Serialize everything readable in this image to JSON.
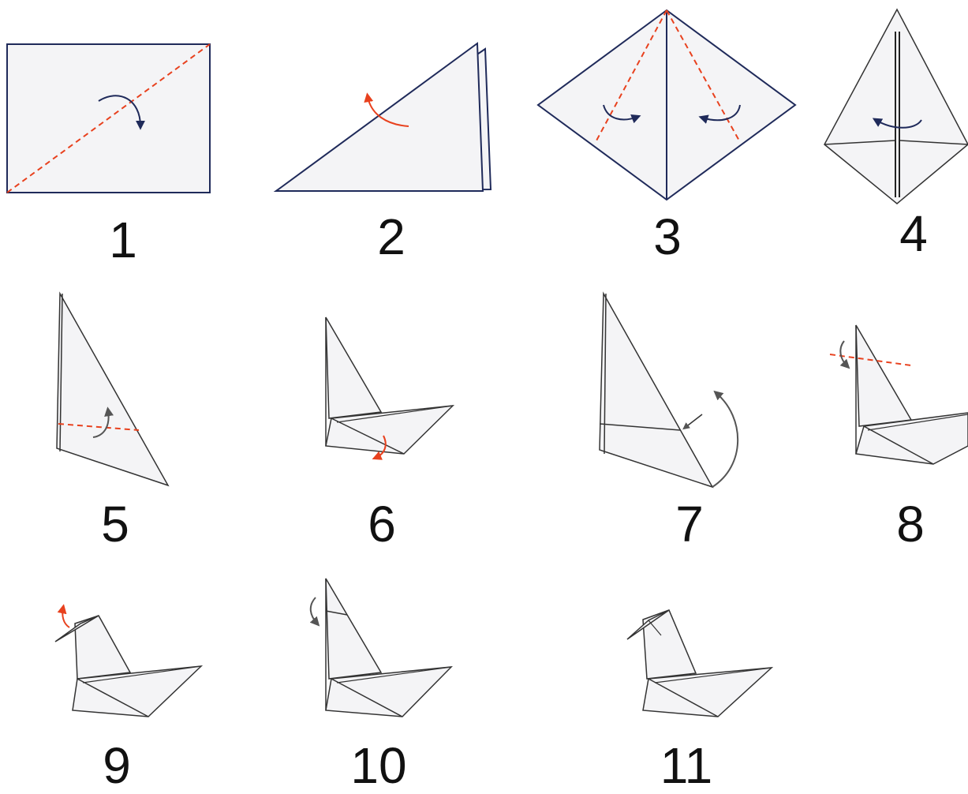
{
  "steps": [
    {
      "number": "1"
    },
    {
      "number": "2"
    },
    {
      "number": "3"
    },
    {
      "number": "4"
    },
    {
      "number": "5"
    },
    {
      "number": "6"
    },
    {
      "number": "7"
    },
    {
      "number": "8"
    },
    {
      "number": "9"
    },
    {
      "number": "10"
    },
    {
      "number": "11"
    }
  ],
  "colors": {
    "paper_fill": "#f4f4f6",
    "paper_outline": "#1f2a5a",
    "crease_line": "#404040",
    "dashed_fold_line": "#e8411e",
    "arrow_dark": "#1f2a5a",
    "arrow_gray": "#555555",
    "arrow_red": "#e8411e",
    "step_number": "#111111"
  }
}
